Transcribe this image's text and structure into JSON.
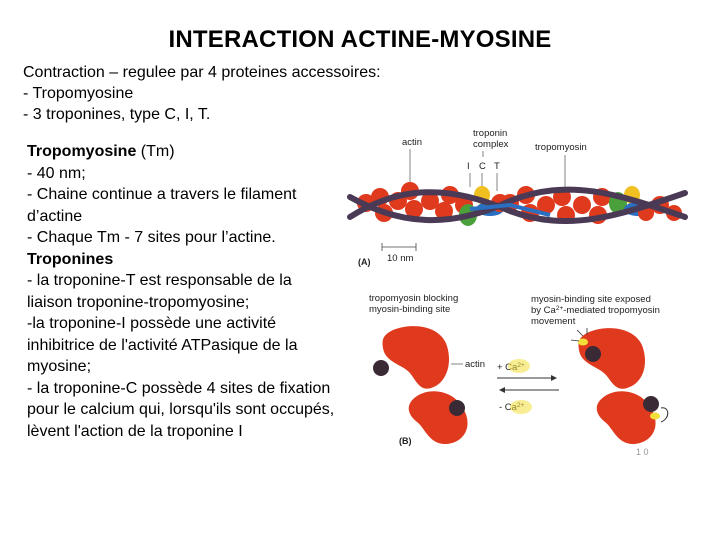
{
  "title": "INTERACTION ACTINE-MYOSINE",
  "intro": {
    "line1": "Contraction – regulee par 4 proteines accessoires:",
    "line2": "- Tropomyosine",
    "line3": "- 3 troponines, type C, I, T."
  },
  "tropomyosin_section": {
    "heading": "Tropomyosine",
    "heading_suffix": " (Tm)",
    "lines": [
      "- 40 nm;",
      "- Chaine continue a travers le filament d’actine",
      "- Chaque Tm - 7 sites pour l’actine."
    ]
  },
  "troponin_section": {
    "heading": "Troponines",
    "lines": [
      "- la troponine-T est responsable de la liaison troponine-tropomyosine;",
      "-la troponine-I possède une activité inhibitrice de l'activité ATPasique de la myosine;",
      "- la troponine-C possède 4 sites de fixation pour le calcium qui, lorsqu'ils sont occupés, lèvent l'action de la troponine I"
    ]
  },
  "figure_a": {
    "label_actin": "actin",
    "label_troponin_1": "troponin",
    "label_troponin_2": "complex",
    "label_tropomyosin": "tropomyosin",
    "label_I": "I",
    "label_C": "C",
    "label_T": "T",
    "scale_label": "10 nm",
    "panel": "(A)"
  },
  "figure_b": {
    "left_caption_1": "tropomyosin blocking",
    "left_caption_2": "myosin-binding site",
    "right_caption_1": "myosin-binding site exposed",
    "right_caption_2": "by Ca",
    "right_caption_2_sup": "2+",
    "right_caption_2_end": "-mediated tropomyosin",
    "right_caption_3": "movement",
    "label_actin": "actin",
    "plus_ca": "+ Ca",
    "minus_ca": "- Ca",
    "ca_badge": "Ca",
    "ca_sup": "2+",
    "panel": "(B)"
  },
  "colors": {
    "actin": "#e03a1e",
    "tropomyosin": "#4a3a55",
    "troponin_green": "#4aa03a",
    "troponin_yellow": "#f0c020",
    "troponin_blue": "#2a6fc0",
    "calcium": "#f3df3a"
  },
  "slide_number": "1 0"
}
